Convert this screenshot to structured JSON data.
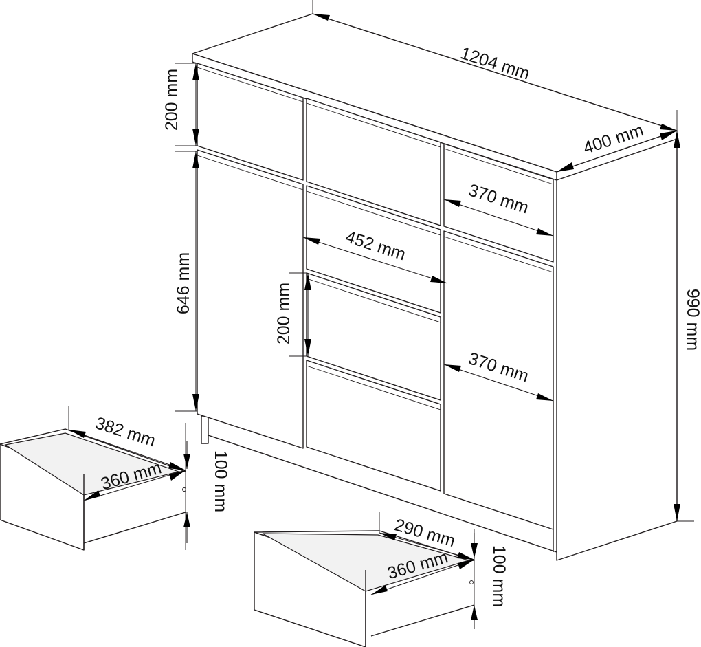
{
  "dimensions": {
    "total_width": "1204 mm",
    "depth": "400 mm",
    "height": "990 mm",
    "top_drawer_height": "200 mm",
    "door_height": "646 mm",
    "right_drawer_width": "370 mm",
    "center_width": "452 mm",
    "middle_drawer_height": "200 mm",
    "right_door_width": "370 mm",
    "left_drawer_outer_depth": "382 mm",
    "left_drawer_inner_depth": "360 mm",
    "left_drawer_height": "100 mm",
    "bottom_drawer_width": "290 mm",
    "bottom_drawer_inner_depth": "360 mm",
    "bottom_drawer_height": "100 mm"
  }
}
